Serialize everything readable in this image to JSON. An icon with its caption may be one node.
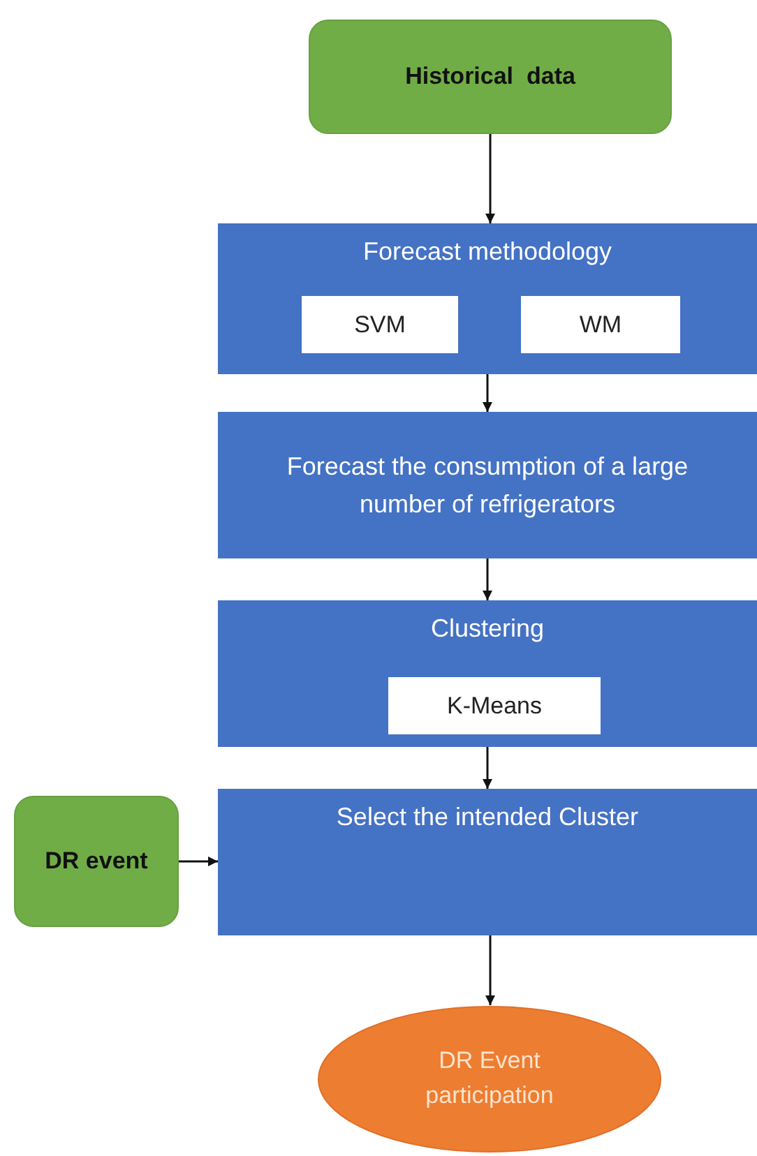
{
  "diagram": {
    "nodes": [
      {
        "text": [
          "Historical  data"
        ]
      },
      {
        "text": [
          "Forecast methodology"
        ]
      },
      {
        "text": [
          "SVM"
        ],
        "in": 1
      },
      {
        "text": [
          "WM"
        ],
        "in": 1
      },
      {
        "text": [
          "Forecast the consumption of a large number of refrigerators"
        ]
      },
      {
        "text": [
          "Clustering"
        ]
      },
      {
        "text": [
          "K-Means"
        ],
        "in": 5
      },
      {
        "text": [
          "DR event"
        ]
      },
      {
        "text": [
          "Select the intended Cluster"
        ]
      },
      {
        "text": [
          "DR Event participation"
        ]
      }
    ],
    "edges": [
      {
        "from": 0,
        "to": 1,
        "arrow": "to"
      },
      {
        "from": 1,
        "to": 4,
        "arrow": "to"
      },
      {
        "from": 4,
        "to": 5,
        "arrow": "to"
      },
      {
        "from": 5,
        "to": 8,
        "arrow": "to"
      },
      {
        "from": 7,
        "to": 8,
        "arrow": "to"
      },
      {
        "from": 8,
        "to": 9,
        "arrow": "to"
      }
    ]
  }
}
